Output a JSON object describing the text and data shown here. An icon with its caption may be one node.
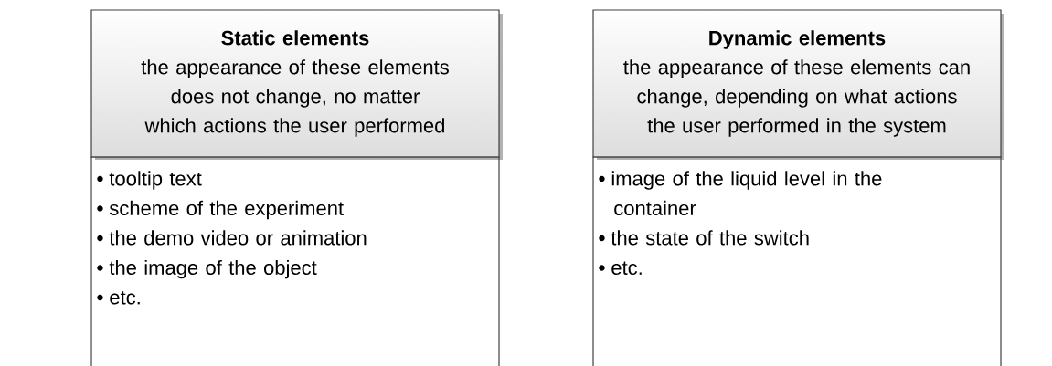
{
  "diagram": {
    "nodes": [
      {
        "text": [
          "Static elements",
          "the appearance of these elements does not change, no matter which actions the user performed"
        ]
      },
      {
        "text": [
          "tooltip text",
          "scheme of the experiment",
          "the demo video or animation",
          "the image of the object",
          "etc."
        ]
      },
      {
        "text": [
          "Dynamic elements",
          "the appearance of these elements can change, depending on what actions the user performed in the system"
        ]
      },
      {
        "text": [
          "image of the liquid level in the container",
          "the state of the switch",
          "etc."
        ]
      }
    ]
  }
}
